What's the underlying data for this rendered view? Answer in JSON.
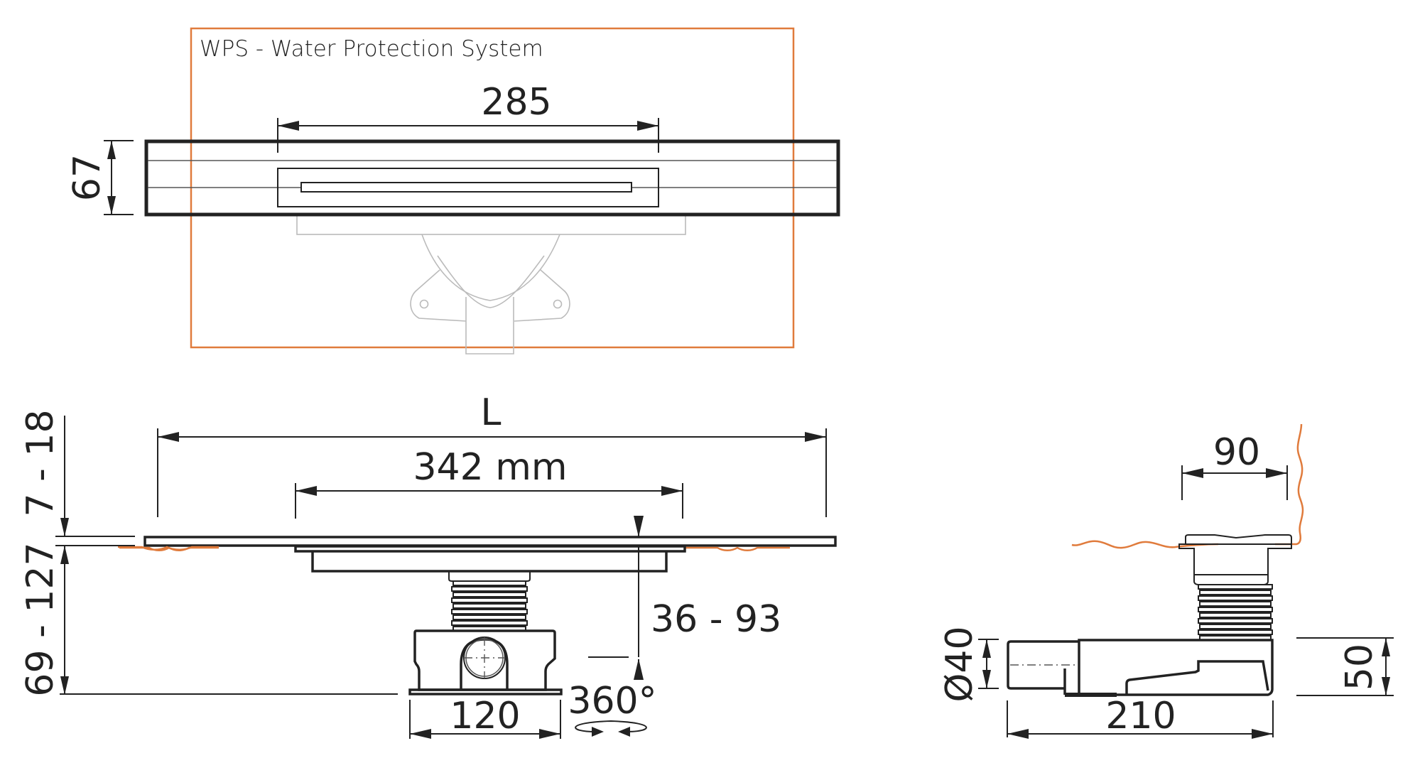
{
  "drawing": {
    "top_view": {
      "title": "WPS - Water Protection System",
      "dim_grate_length": "285",
      "dim_width": "67"
    },
    "side_view": {
      "dim_total_length": "L",
      "dim_drain_length": "342 mm",
      "dim_grate_height": "7 - 18",
      "dim_total_height": "69 - 127",
      "dim_outlet_height": "36 - 93",
      "dim_body_width": "120",
      "dim_rotation": "360°"
    },
    "end_view": {
      "dim_top": "90",
      "dim_outlet_diameter": "Ø40",
      "dim_body_length": "210",
      "dim_body_height": "50"
    },
    "colors": {
      "line": "#222222",
      "accent_orange": "#e07b3c",
      "faint": "#bbbbbb"
    }
  }
}
